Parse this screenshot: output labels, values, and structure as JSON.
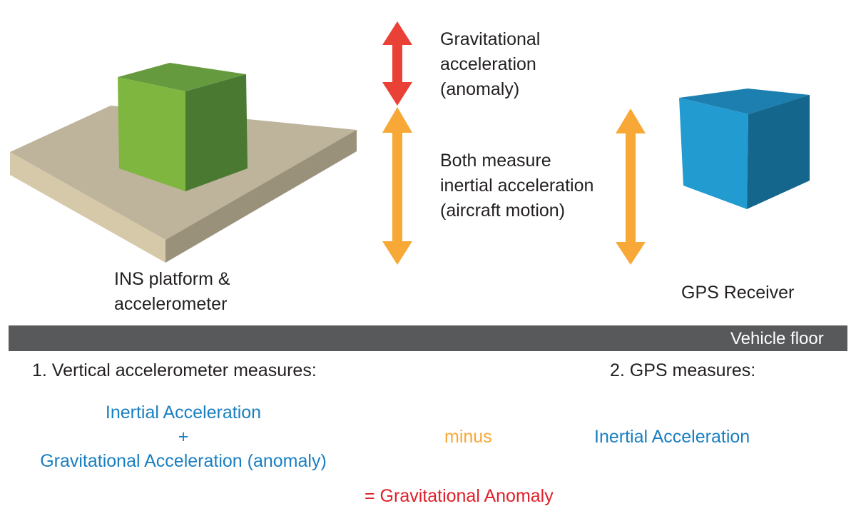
{
  "labels": {
    "gravity_line1": "Gravitational",
    "gravity_line2": "acceleration",
    "gravity_line3": "(anomaly)",
    "both_line1": "Both measure",
    "both_line2": "inertial acceleration",
    "both_line3": "(aircraft motion)",
    "ins_line1": "INS platform &",
    "ins_line2": "accelerometer",
    "gps_receiver": "GPS Receiver",
    "vehicle_floor": "Vehicle floor",
    "accel_heading": "1. Vertical accelerometer measures:",
    "gps_heading": "2. GPS measures:",
    "inertial_acc_left": "Inertial Acceleration",
    "plus": "+",
    "grav_acc_anomaly": "Gravitational Acceleration (anomaly)",
    "minus": "minus",
    "inertial_acc_right": "Inertial Acceleration",
    "result": "= Gravitational Anomaly"
  },
  "colors": {
    "green_cube_front": "#7fb640",
    "green_cube_side": "#4a7a32",
    "green_cube_top": "#659a3e",
    "platform_top": "#beb39b",
    "platform_front": "#d5c9a9",
    "platform_side": "#9a917a",
    "blue_cube_front": "#229bd1",
    "blue_cube_side": "#14668d",
    "blue_cube_top": "#1c7fb0",
    "red_arrow": "#ea4136",
    "orange_arrow": "#f7a836",
    "floor_bar": "#58595b",
    "text_dark": "#231f20",
    "text_blue": "#1a7fc1",
    "text_orange": "#f7a836",
    "text_red": "#e0202a"
  }
}
